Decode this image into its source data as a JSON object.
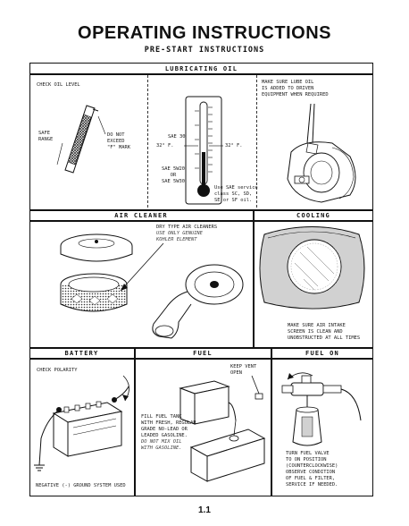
{
  "page": {
    "title": "OPERATING INSTRUCTIONS",
    "subtitle": "PRE-START INSTRUCTIONS",
    "page_number": "1.1"
  },
  "lubricating_oil": {
    "header": "LUBRICATING  OIL",
    "check_label": "CHECK OIL LEVEL",
    "safe_range": "SAFE\nRANGE",
    "do_not_exceed": "DO NOT\nEXCEED\n\"F\" MARK",
    "sae30": "SAE 30",
    "temp_upper_left": "32° F.",
    "temp_upper_right": "32° F.",
    "sae_lower": "SAE 5W20\nOR\nSAE 5W30",
    "service_note": "Use SAE service\nclass SC, SD,\nSE or SF oil.",
    "gear_note": "MAKE SURE LUBE OIL\nIS ADDED TO DRIVEN\nEQUIPMENT WHEN REQUIRED"
  },
  "air_cleaner": {
    "header": "AIR  CLEANER",
    "note": "DRY TYPE AIR CLEANERS",
    "note_italic": "USE ONLY GENUINE\nKOHLER ELEMENT"
  },
  "cooling": {
    "header": "COOLING",
    "note": "MAKE SURE AIR INTAKE\nSCREEN IS CLEAN AND\nUNOBSTRUCTED AT ALL TIMES"
  },
  "battery": {
    "header": "BATTERY",
    "check_label": "CHECK POLARITY",
    "ground_note": "NEGATIVE (-) GROUND SYSTEM USED"
  },
  "fuel": {
    "header": "FUEL",
    "vent_note": "KEEP VENT\nOPEN",
    "fill_note": "FILL FUEL TANK\nWITH FRESH, REGULAR\nGRADE NO-LEAD OR\nLEADED GASOLINE.",
    "fill_note_italic": "DO NOT MIX OIL\nWITH GASOLINE."
  },
  "fuel_on": {
    "header": "FUEL  ON",
    "note": "TURN FUEL VALVE\nTO ON POSITION\n(COUNTERCLOCKWISE)\nOBSERVE CONDITION\nOF FUEL & FILTER,\nSERVICE IF NEEDED."
  }
}
